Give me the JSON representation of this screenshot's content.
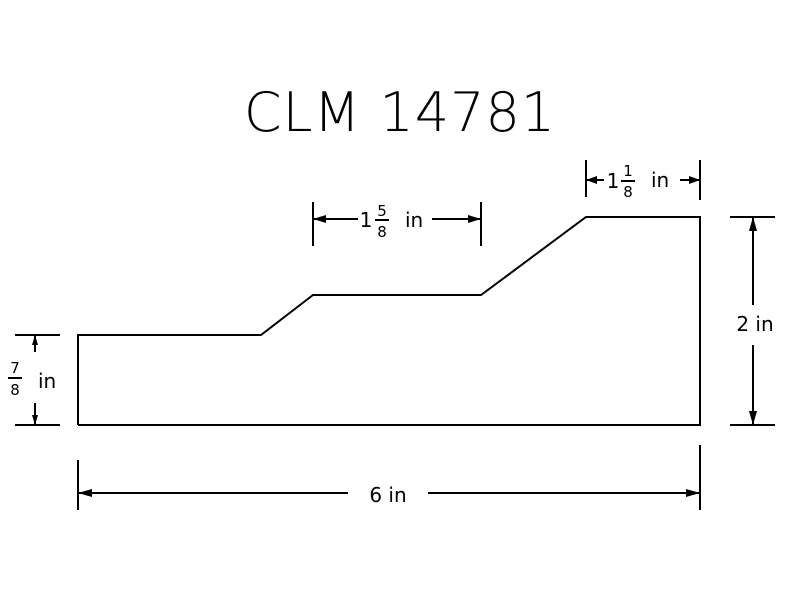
{
  "title": "CLM 14781",
  "dimensions": {
    "overall_width": {
      "text": "6 in"
    },
    "overall_height": {
      "text": "2 in"
    },
    "left_height": {
      "num": "7",
      "den": "8",
      "unit": "in"
    },
    "middle_flat": {
      "whole": "1",
      "num": "5",
      "den": "8",
      "unit": "in"
    },
    "top_flat": {
      "whole": "1",
      "num": "1",
      "den": "8",
      "unit": "in"
    }
  },
  "colors": {
    "line": "#000000",
    "background": "#ffffff"
  }
}
